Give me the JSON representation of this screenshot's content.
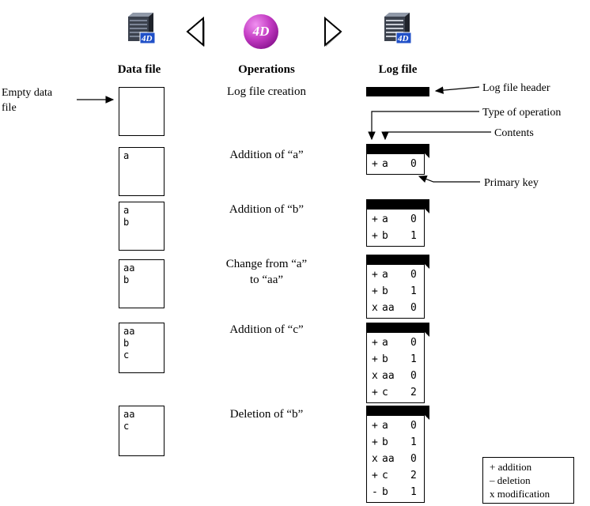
{
  "columns": {
    "data_file": "Data file",
    "operations": "Operations",
    "log_file": "Log file"
  },
  "icons": {
    "badge": "4D",
    "sphere": "4D"
  },
  "annotations": {
    "empty_data_file": "Empty data file",
    "log_file_header": "Log file header",
    "type_of_operation": "Type of operation",
    "contents": "Contents",
    "primary_key": "Primary key"
  },
  "rows": [
    {
      "operation": "Log file creation",
      "data_lines": [],
      "log_entries": []
    },
    {
      "operation": "Addition of “a”",
      "data_lines": [
        "a"
      ],
      "log_entries": [
        {
          "op": "+",
          "content": "a",
          "key": "0"
        }
      ]
    },
    {
      "operation": "Addition of “b”",
      "data_lines": [
        "a",
        "b"
      ],
      "log_entries": [
        {
          "op": "+",
          "content": "a",
          "key": "0"
        },
        {
          "op": "+",
          "content": "b",
          "key": "1"
        }
      ]
    },
    {
      "operation": "Change from “a”\nto “aa”",
      "data_lines": [
        "aa",
        "b"
      ],
      "log_entries": [
        {
          "op": "+",
          "content": "a",
          "key": "0"
        },
        {
          "op": "+",
          "content": "b",
          "key": "1"
        },
        {
          "op": "x",
          "content": "aa",
          "key": "0"
        }
      ]
    },
    {
      "operation": "Addition of “c”",
      "data_lines": [
        "aa",
        "b",
        "c"
      ],
      "log_entries": [
        {
          "op": "+",
          "content": "a",
          "key": "0"
        },
        {
          "op": "+",
          "content": "b",
          "key": "1"
        },
        {
          "op": "x",
          "content": "aa",
          "key": "0"
        },
        {
          "op": "+",
          "content": "c",
          "key": "2"
        }
      ]
    },
    {
      "operation": "Deletion of “b”",
      "data_lines": [
        "aa",
        "c"
      ],
      "log_entries": [
        {
          "op": "+",
          "content": "a",
          "key": "0"
        },
        {
          "op": "+",
          "content": "b",
          "key": "1"
        },
        {
          "op": "x",
          "content": "aa",
          "key": "0"
        },
        {
          "op": "+",
          "content": "c",
          "key": "2"
        },
        {
          "op": "-",
          "content": "b",
          "key": "1"
        }
      ]
    }
  ],
  "legend": {
    "items": [
      "+ addition",
      "– deletion",
      "x modification"
    ]
  },
  "colors": {
    "bar": "#000000",
    "sphere_purple": "#b429b4",
    "badge_blue": "#2050c8"
  }
}
